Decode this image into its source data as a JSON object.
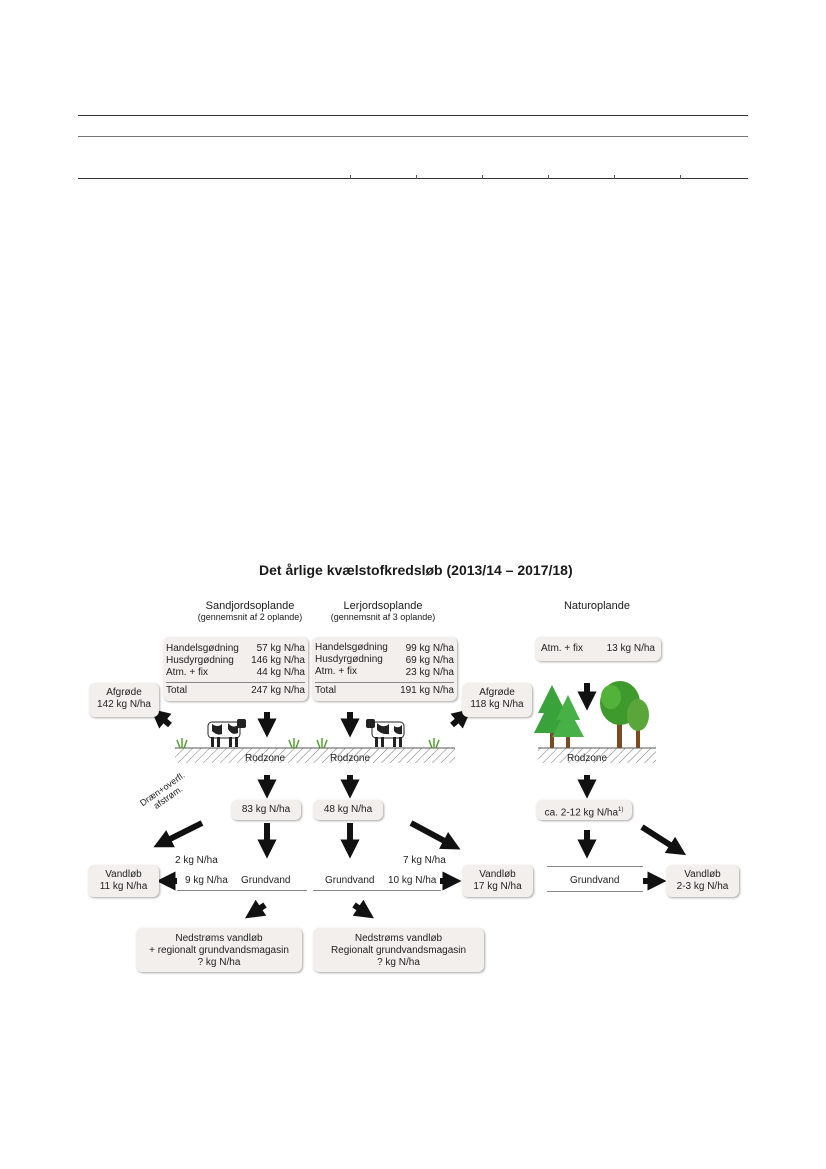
{
  "diagram": {
    "title": "Det årlige kvælstofkredsløb (2013/14 – 2017/18)",
    "sand": {
      "heading": "Sandjordsoplande",
      "subheading": "(gennemsnit af 2 oplande)",
      "inputs": [
        {
          "label": "Handelsgødning",
          "value": "57 kg N/ha"
        },
        {
          "label": "Husdyrgødning",
          "value": "146 kg N/ha"
        },
        {
          "label": "Atm. + fix",
          "value": "44 kg N/ha"
        }
      ],
      "total_label": "Total",
      "total_value": "247 kg N/ha",
      "crop_label": "Afgrøde",
      "crop_value": "142 kg N/ha",
      "rootzone": "Rodzone",
      "leach": "83 kg N/ha",
      "drain_label_1": "Dræn+overfl.",
      "drain_label_2": "afstrøm.",
      "drain_value": "2 kg N/ha",
      "gw_value": "9 kg N/ha",
      "gw_label": "Grundvand",
      "stream_label": "Vandløb",
      "stream_value": "11 kg N/ha",
      "down_1": "Nedstrøms vandløb",
      "down_2": "+ regionalt grundvandsmagasin",
      "down_3": "? kg N/ha"
    },
    "clay": {
      "heading": "Lerjordsoplande",
      "subheading": "(gennemsnit af 3 oplande)",
      "inputs": [
        {
          "label": "Handelsgødning",
          "value": "99 kg N/ha"
        },
        {
          "label": "Husdyrgødning",
          "value": "69 kg N/ha"
        },
        {
          "label": "Atm. + fix",
          "value": "23 kg N/ha"
        }
      ],
      "total_label": "Total",
      "total_value": "191 kg N/ha",
      "crop_label": "Afgrøde",
      "crop_value": "118 kg N/ha",
      "rootzone": "Rodzone",
      "leach": "48 kg N/ha",
      "drain_value": "7 kg N/ha",
      "gw_value": "10 kg N/ha",
      "gw_label": "Grundvand",
      "stream_label": "Vandløb",
      "stream_value": "17 kg N/ha",
      "down_1": "Nedstrøms vandløb",
      "down_2": "Regionalt grundvandsmagasin",
      "down_3": "? kg N/ha"
    },
    "nature": {
      "heading": "Naturoplande",
      "input_label": "Atm. + fix",
      "input_value": "13 kg N/ha",
      "rootzone": "Rodzone",
      "leach": "ca. 2-12 kg N/ha",
      "leach_note": "1)",
      "gw_label": "Grundvand",
      "stream_label": "Vandløb",
      "stream_value": "2-3  kg N/ha"
    },
    "colors": {
      "box": "#f2efec",
      "arrow": "#111111",
      "tree": "#3aa23a",
      "trunk": "#7a4a22"
    }
  }
}
